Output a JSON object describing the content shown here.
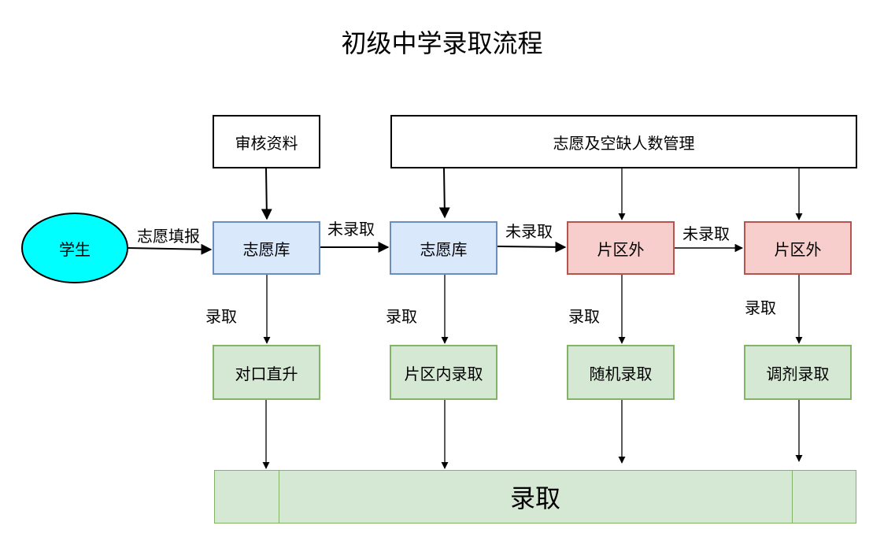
{
  "title": "初级中学录取流程",
  "nodes": {
    "student": "学生",
    "review": "审核资料",
    "management": "志愿及空缺人数管理",
    "pool1": "志愿库",
    "pool2": "志愿库",
    "outside1": "片区外",
    "outside2": "片区外",
    "direct": "对口直升",
    "inzone": "片区内录取",
    "random": "随机录取",
    "adjust": "调剂录取",
    "final": "录取"
  },
  "edge_labels": {
    "fill": "志愿填报",
    "notadmitted1": "未录取",
    "notadmitted2": "未录取",
    "notadmitted3": "未录取",
    "admit1": "录取",
    "admit2": "录取",
    "admit3": "录取",
    "admit4": "录取"
  },
  "colors": {
    "student_fill": "#00ffff",
    "blue_fill": "#dae8fc",
    "blue_stroke": "#6c8ebf",
    "red_fill": "#f8cecc",
    "red_stroke": "#b85450",
    "green_fill": "#d5e8d4",
    "green_stroke": "#82b366"
  }
}
